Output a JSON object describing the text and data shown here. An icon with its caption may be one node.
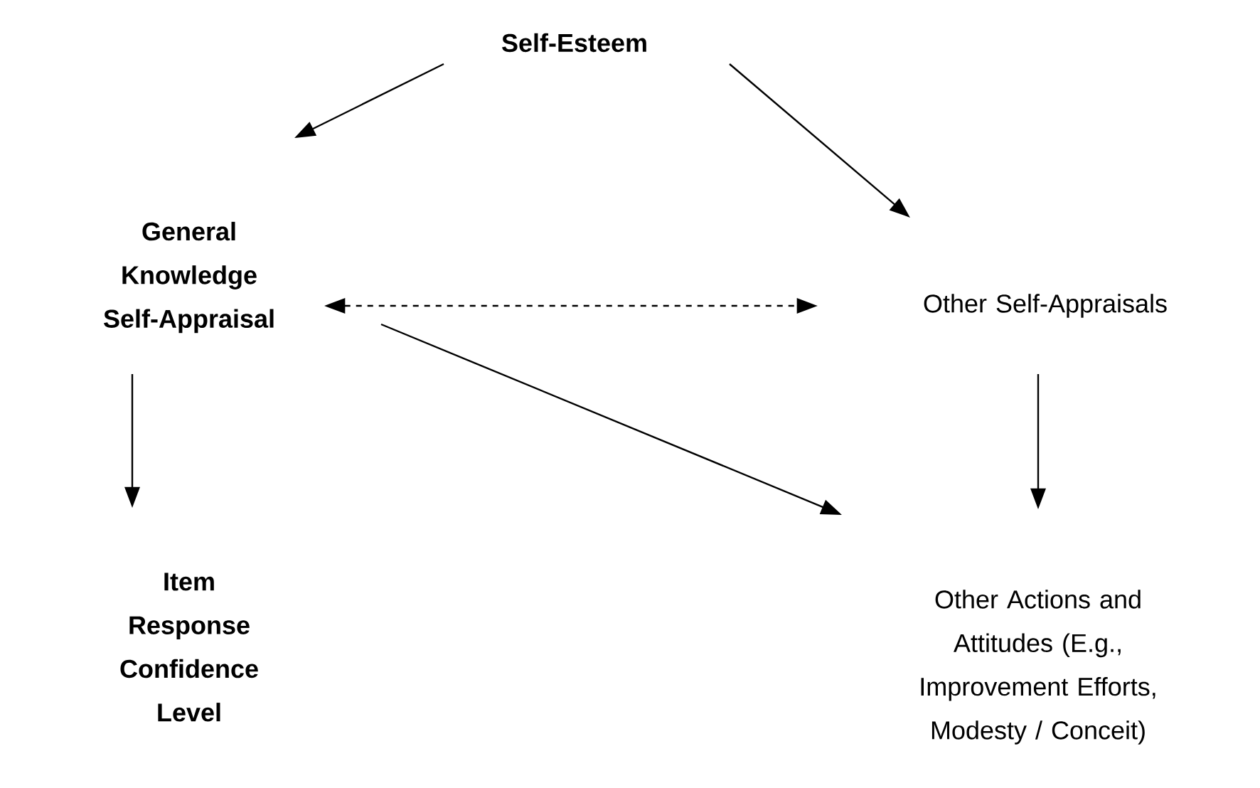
{
  "diagram": {
    "nodes": [
      {
        "text": [
          "Self-Esteem"
        ]
      },
      {
        "text": [
          "General Knowledge Self-Appraisal"
        ]
      },
      {
        "text": [
          "Other Self-Appraisals"
        ]
      },
      {
        "text": [
          "Item Response Confidence Level"
        ]
      },
      {
        "text": [
          "Other Actions and Attitudes (E.g., Improvement Efforts, Modesty / Conceit)"
        ]
      }
    ],
    "edges": [
      {
        "from": 0,
        "to": 1,
        "arrow": "to"
      },
      {
        "from": 0,
        "to": 2,
        "arrow": "to"
      },
      {
        "from": 1,
        "to": 2,
        "arrow": "both",
        "style": "dashed"
      },
      {
        "from": 1,
        "to": 3,
        "arrow": "to"
      },
      {
        "from": 1,
        "to": 4,
        "arrow": "to"
      },
      {
        "from": 2,
        "to": 4,
        "arrow": "to"
      }
    ]
  }
}
